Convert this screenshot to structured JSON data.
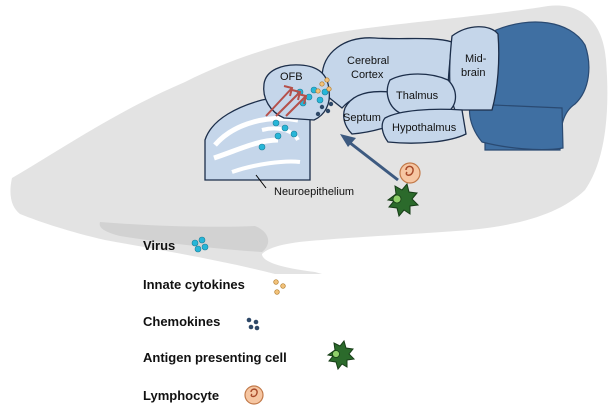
{
  "regions": {
    "ofb": "OFB",
    "cerebral_cortex_line1": "Cerebral",
    "cerebral_cortex_line2": "Cortex",
    "midbrain_line1": "Mid-",
    "midbrain_line2": "brain",
    "thalamus": "Thalmus",
    "septum": "Septum",
    "hypothalamus": "Hypothalmus",
    "neuroepithelium": "Neuroepithelium"
  },
  "legend": {
    "virus": "Virus",
    "innate_cytokines": "Innate cytokines",
    "chemokines": "Chemokines",
    "apc": "Antigen presenting cell",
    "lymphocyte": "Lymphocyte"
  },
  "colors": {
    "skull": "#e3e3e3",
    "brain_light": "#c5d6ea",
    "brain_dark": "#3f6fa2",
    "outline": "#1c2e4a",
    "virus": "#27b6d8",
    "cytokine": "#e0a040",
    "chemokine": "#2e4868",
    "apc": "#2b6a2b",
    "lymphocyte": "#f6c6a2",
    "arrow_red": "#b5504a",
    "arrow_blue": "#3d5a80"
  }
}
